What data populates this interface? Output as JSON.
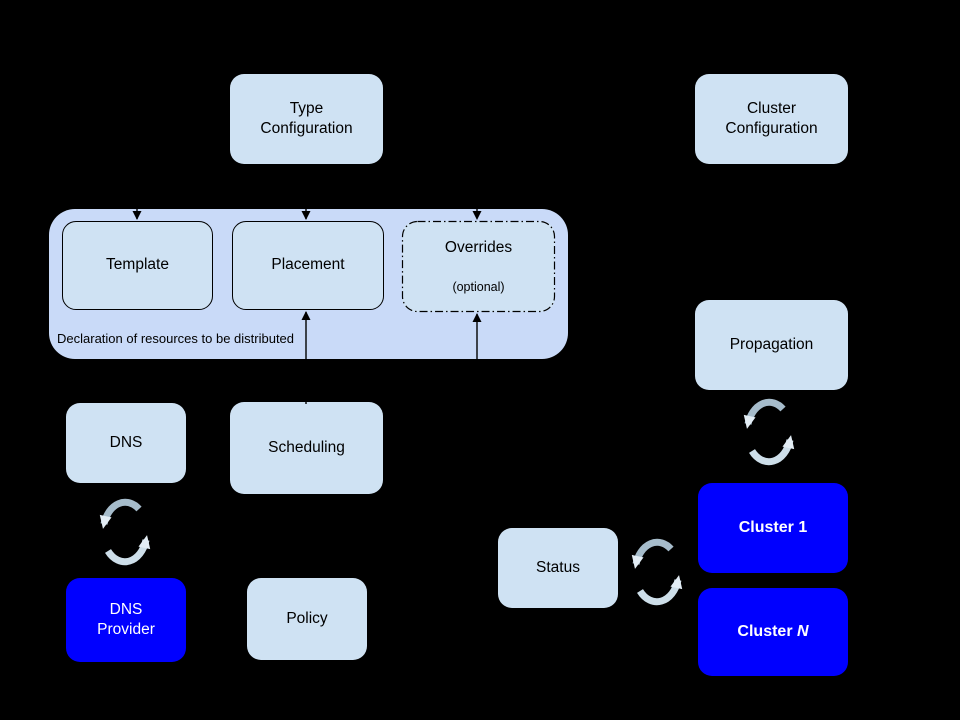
{
  "diagram": {
    "nodes": {
      "type_configuration": "Type\nConfiguration",
      "cluster_configuration": "Cluster\nConfiguration",
      "template": "Template",
      "placement": "Placement",
      "overrides": "Overrides",
      "overrides_note": "(optional)",
      "group_caption": "Declaration of resources to be distributed",
      "dns": "DNS",
      "scheduling": "Scheduling",
      "propagation": "Propagation",
      "dns_provider": "DNS\nProvider",
      "policy": "Policy",
      "status": "Status",
      "cluster_1_prefix": "Cluster ",
      "cluster_1_suffix": "1",
      "cluster_n_prefix": "Cluster ",
      "cluster_n_suffix": "N"
    },
    "icons": {
      "sync": "sync-icon"
    },
    "colors": {
      "background": "#000000",
      "node_fill": "#cfe2f3",
      "group_fill": "#c9daf8",
      "highlight_fill": "#0000ff",
      "node_text": "#000000",
      "highlight_text": "#ffffff",
      "connector": "#000000",
      "sync_arc_dark": "#a6bccb",
      "sync_arc_light": "#cddee9",
      "sync_arrowhead": "#e3edf5"
    }
  }
}
